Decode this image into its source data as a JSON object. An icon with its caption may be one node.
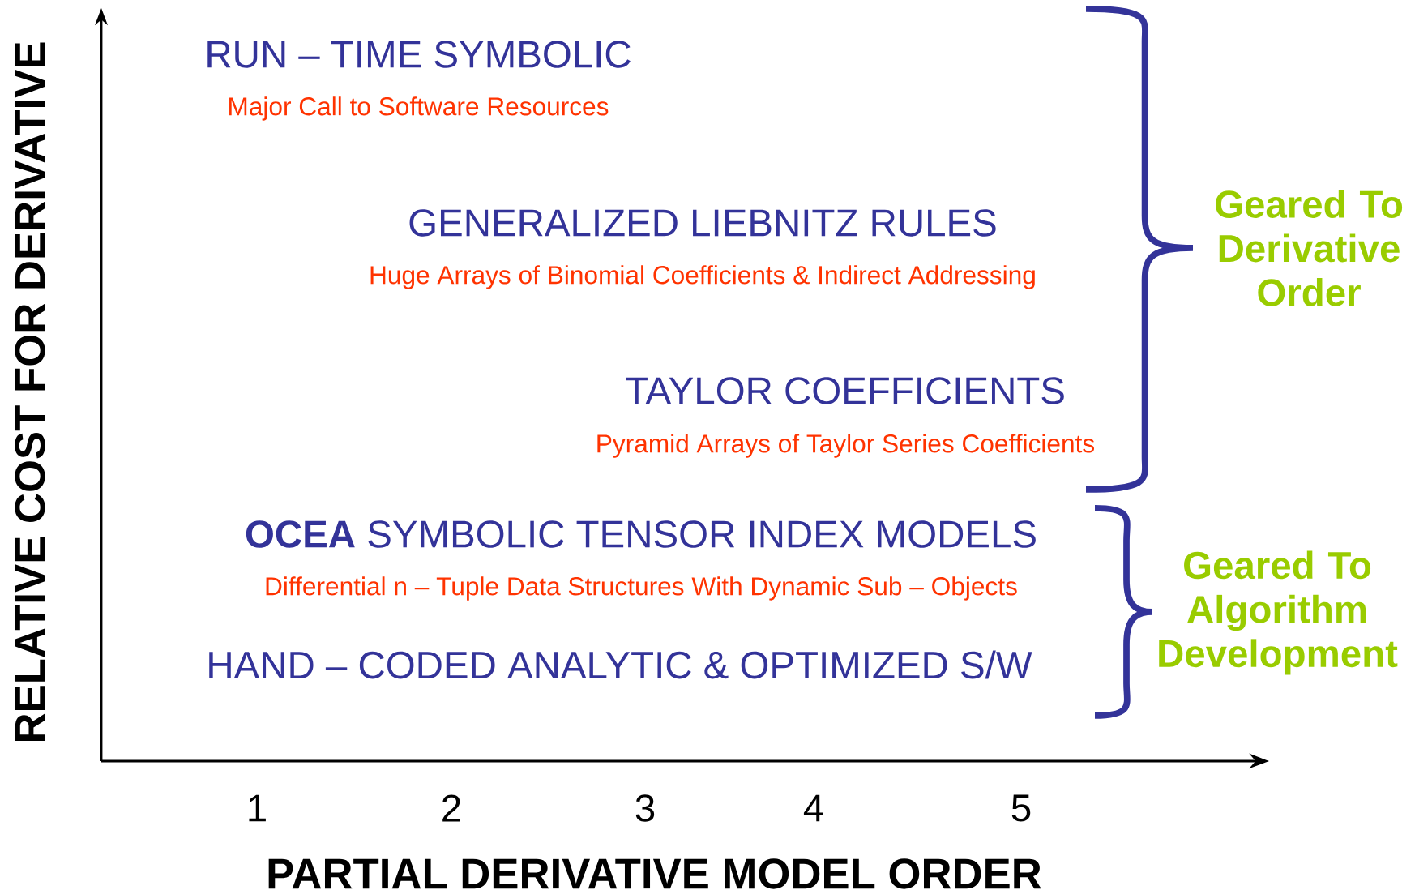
{
  "diagram": {
    "labels": [
      "RUN – TIME SYMBOLIC",
      "Major Call to Software Resources",
      "GENERALIZED LIEBNITZ RULES",
      "Huge Arrays of Binomial Coefficients & Indirect Addressing",
      "Geared To Derivative Order",
      "TAYLOR COEFFICIENTS",
      "Pyramid Arrays of Taylor Series Coefficients",
      "**OCEA** SYMBOLIC TENSOR INDEX MODELS",
      "Differential n – Tuple Data Structures With Dynamic Sub – Objects",
      "Geared To Algorithm Development",
      "HAND – CODED ANALYTIC & OPTIMIZED S/W",
      "RELATIVE COST FOR DERIVATIVE",
      "1",
      "2",
      "3",
      "4",
      "5",
      "PARTIAL DERIVATIVE MODEL ORDER"
    ]
  }
}
